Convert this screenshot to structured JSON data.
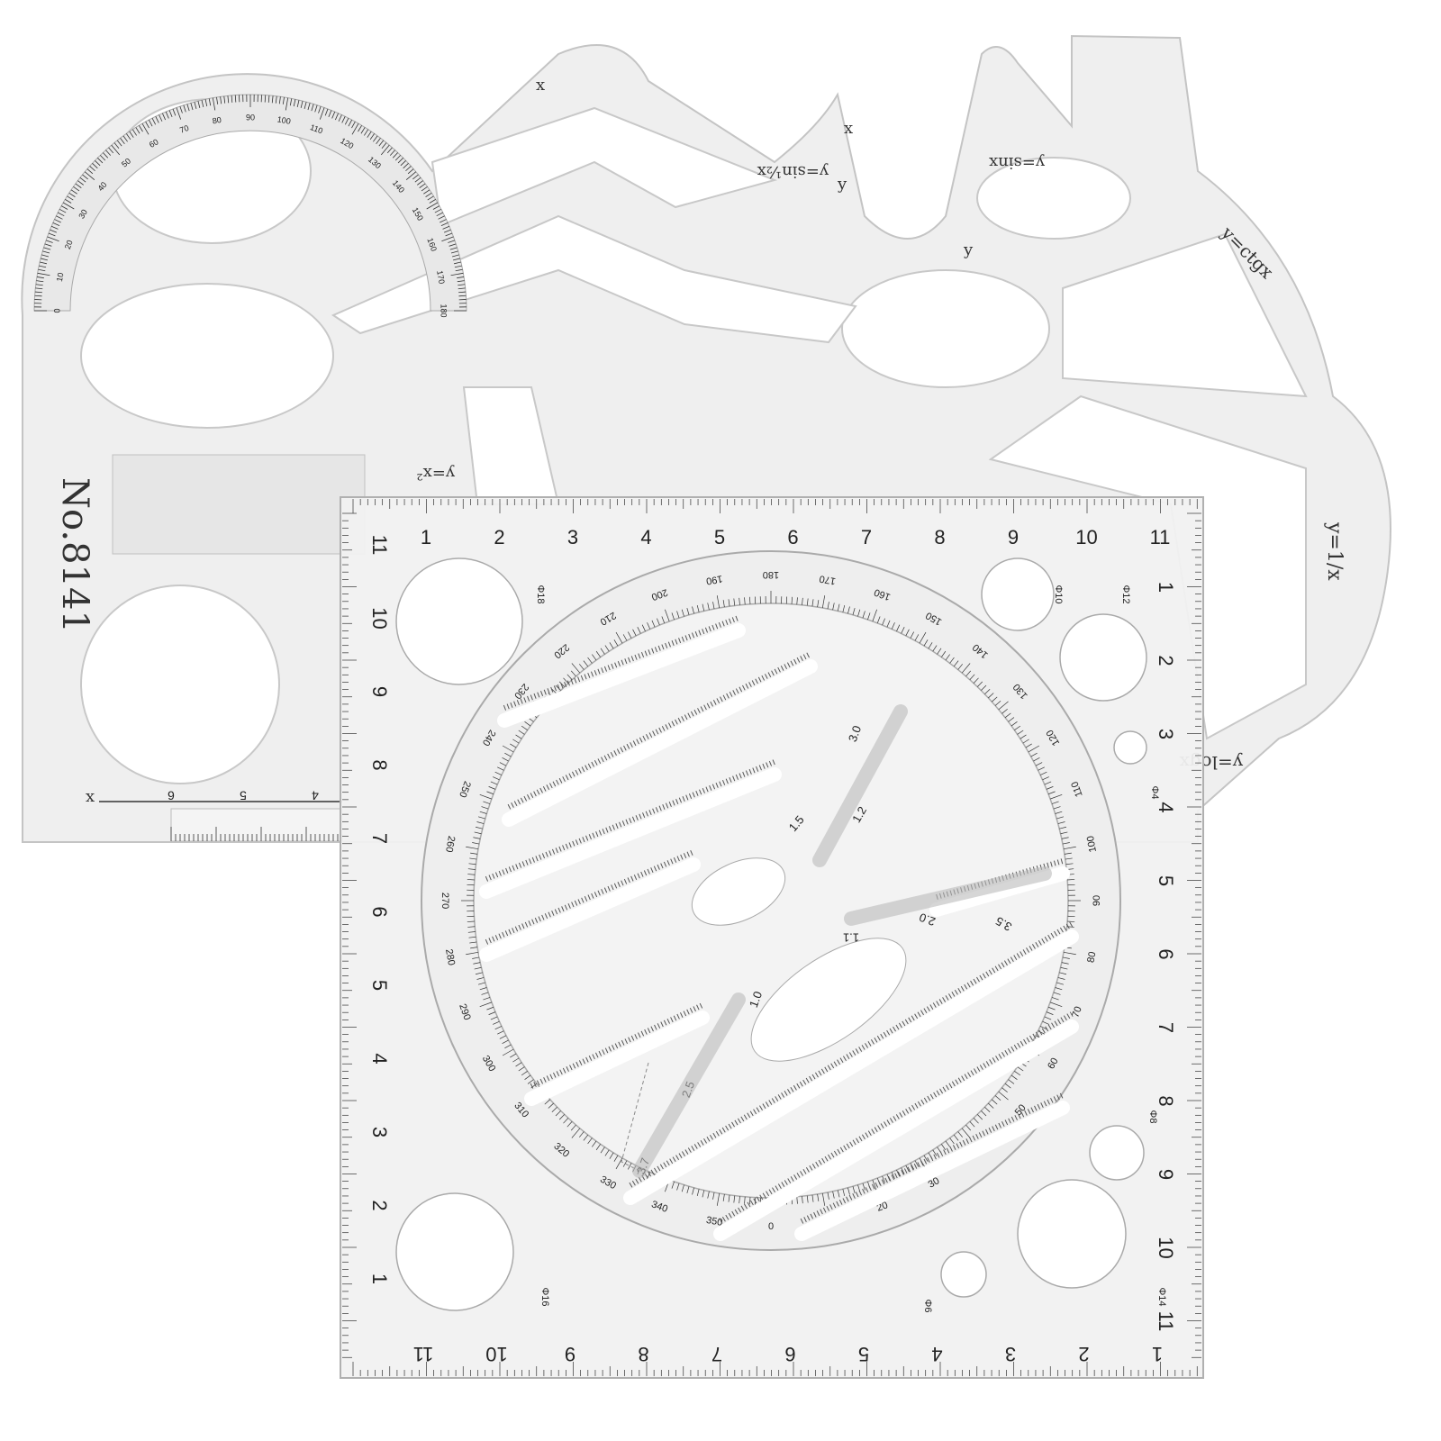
{
  "back_template": {
    "model_label": "No.8141",
    "function_labels": [
      "y=x²",
      "y=sin½x",
      "y=sinx",
      "y=ctgx",
      "y=1/x",
      "y=logx"
    ],
    "axis_labels": [
      "x",
      "x",
      "y",
      "y",
      "x"
    ],
    "protractor_labels": [
      "0",
      "10",
      "20",
      "30",
      "40",
      "50",
      "60",
      "70",
      "80",
      "90",
      "100",
      "110",
      "120",
      "130",
      "140",
      "150",
      "160",
      "170",
      "180"
    ],
    "bottom_ruler_numbers": [
      "6",
      "5",
      "4"
    ]
  },
  "front_template": {
    "top_ruler_numbers": [
      "1",
      "2",
      "3",
      "4",
      "5",
      "6",
      "7",
      "8",
      "9",
      "10",
      "11"
    ],
    "side_ruler_numbers": [
      "11",
      "10",
      "9",
      "8",
      "7",
      "6",
      "5",
      "4",
      "3",
      "2",
      "1"
    ],
    "circle_degree_step": 10,
    "hole_labels": [
      "Φ18",
      "Φ10",
      "Φ12",
      "Φ4",
      "Φ8",
      "Φ14",
      "Φ6",
      "Φ16"
    ],
    "scale_labels": [
      "1.5",
      "1.2",
      "3.0",
      "3.5",
      "2.0",
      "1.1",
      "1.0",
      "2.5",
      "3.7"
    ]
  },
  "colors": {
    "template": "#efefef",
    "edge": "#b5b5b5",
    "ink": "#222222"
  }
}
